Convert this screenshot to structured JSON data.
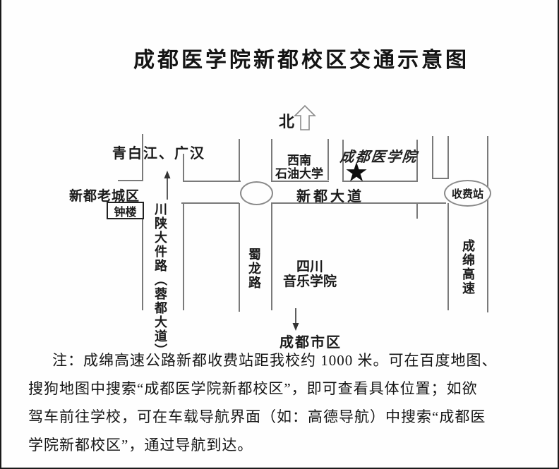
{
  "title": "成都医学院新都校区交通示意图",
  "north": {
    "label": "北"
  },
  "map": {
    "destinations_north": "青白江、广汉",
    "old_town": "新都老城区",
    "clock_tower": "钟楼",
    "west_road": "川陕大件路（蓉都大道）",
    "shulong_road": "蜀龙路",
    "swpu_line1": "西南",
    "swpu_line2": "石油大学",
    "school_name": "成都医学院",
    "star": "★",
    "main_road": "新都大道",
    "toll_station": "收费站",
    "expressway": "成绵高速",
    "conservatory_line1": "四川",
    "conservatory_line2": "音乐学院",
    "destination_south": "成都市区"
  },
  "note": {
    "lines": [
      "注：成绵高速公路新都收费站距我校约 1000 米。可在百度地图、",
      "搜狗地图中搜索“成都医学院新都校区”，即可查看具体位置；如欲",
      "驾车前往学校，可在车载导航界面（如：高德导航）中搜索“成都医",
      "学院新都校区”，通过导航到达。"
    ]
  },
  "colors": {
    "road_line": "#7a7a7a",
    "text": "#1a1a1a",
    "star": "#0d0d0d",
    "background": "#fefefe"
  }
}
